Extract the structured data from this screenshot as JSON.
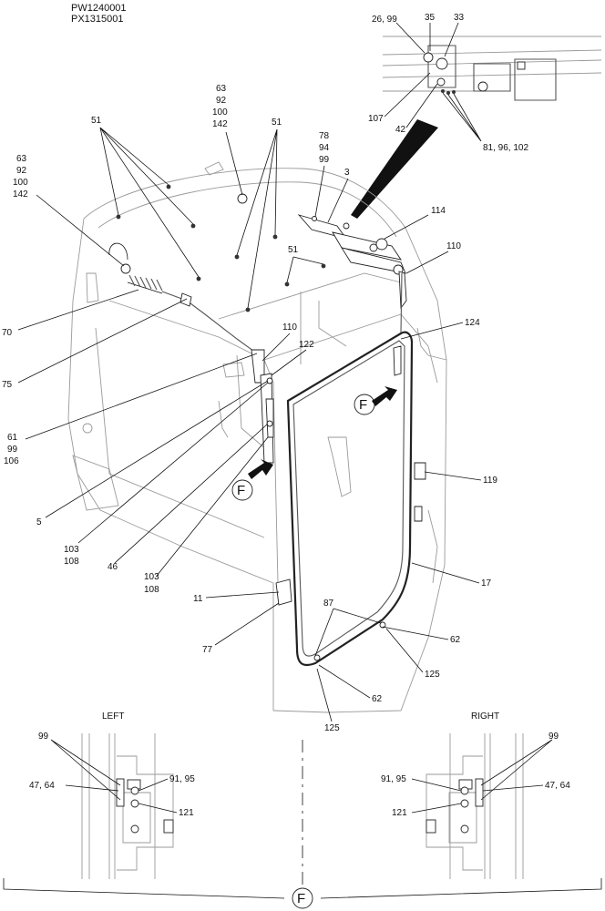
{
  "header": {
    "code1": "PW1240001",
    "code2": "PX1315001"
  },
  "labels": {
    "l_26_99": "26, 99",
    "l_35": "35",
    "l_33": "33",
    "l_107": "107",
    "l_42": "42",
    "l_81_96_102": "81, 96, 102",
    "l_63a": "63",
    "l_92a": "92",
    "l_100a": "100",
    "l_142a": "142",
    "l_63b": "63",
    "l_92b": "92",
    "l_100b": "100",
    "l_142b": "142",
    "l_51a": "51",
    "l_51b": "51",
    "l_51c": "51",
    "l_78": "78",
    "l_94": "94",
    "l_99a": "99",
    "l_3": "3",
    "l_114": "114",
    "l_110a": "110",
    "l_110b": "110",
    "l_70": "70",
    "l_75": "75",
    "l_122": "122",
    "l_124": "124",
    "l_61": "61",
    "l_99b": "99",
    "l_106": "106",
    "l_5": "5",
    "l_103a": "103",
    "l_108a": "108",
    "l_46": "46",
    "l_103b": "103",
    "l_108b": "108",
    "l_119": "119",
    "l_17": "17",
    "l_11": "11",
    "l_77": "77",
    "l_87": "87",
    "l_62a": "62",
    "l_62b": "62",
    "l_125a": "125",
    "l_125b": "125",
    "f_mark1": "F",
    "f_mark2": "F"
  },
  "detail": {
    "left_title": "LEFT",
    "right_title": "RIGHT",
    "left": {
      "l_99": "99",
      "l_47_64": "47, 64",
      "l_91_95": "91, 95",
      "l_121": "121"
    },
    "right": {
      "l_99": "99",
      "l_91_95": "91, 95",
      "l_47_64": "47, 64",
      "l_121": "121"
    },
    "view_letter": "F"
  }
}
